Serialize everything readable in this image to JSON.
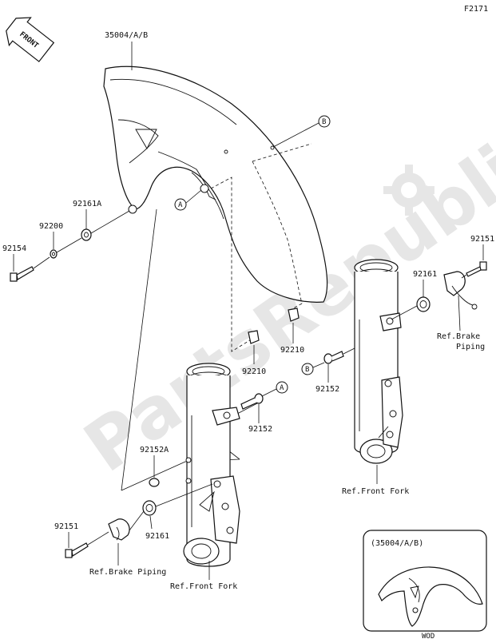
{
  "figure_code": "F2171",
  "front_arrow": "FRONT",
  "watermark": "PartsRepublik",
  "ref_markers": {
    "a": "A",
    "b": "B"
  },
  "labels": {
    "fender": "35004/A/B",
    "bolt_left": "92154",
    "washer_left": "92200",
    "collar_left": "92161A",
    "clip_center": "92210",
    "clip_right": "92210",
    "bolt_a": "92152",
    "bolt_b": "92152",
    "collar_92152a": "92152A",
    "collar_right": "92161",
    "bolt_right": "92151",
    "collar_lower": "92161",
    "bolt_lower": "92151",
    "ref_brake_right_1": "Ref.Brake",
    "ref_brake_right_2": "Piping",
    "ref_brake_left": "Ref.Brake Piping",
    "ref_fork_left": "Ref.Front Fork",
    "ref_fork_right": "Ref.Front Fork"
  },
  "inset": {
    "title": "(35004/A/B)",
    "caption": "WOD"
  }
}
